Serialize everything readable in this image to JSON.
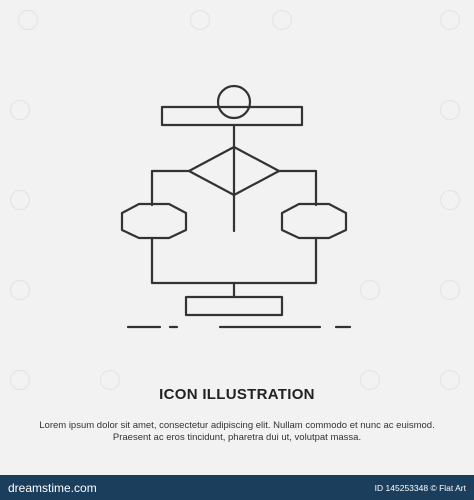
{
  "illustration": {
    "title": "ICON ILLUSTRATION",
    "description": "Lorem ipsum dolor sit amet, consectetur adipiscing elit. Nullam commodo et nunc ac euismod. Praesent ac eros tincidunt, pharetra dui ut, volutpat massa.",
    "icon_name": "algorithm-flowchart-icon",
    "stroke_color": "#333333"
  },
  "footer": {
    "brand": "dreamstime.com",
    "image_id": "ID 145253348 © Flat Art"
  },
  "colors": {
    "background": "#f2f2f2",
    "footer_bar": "#1b3e5c"
  }
}
